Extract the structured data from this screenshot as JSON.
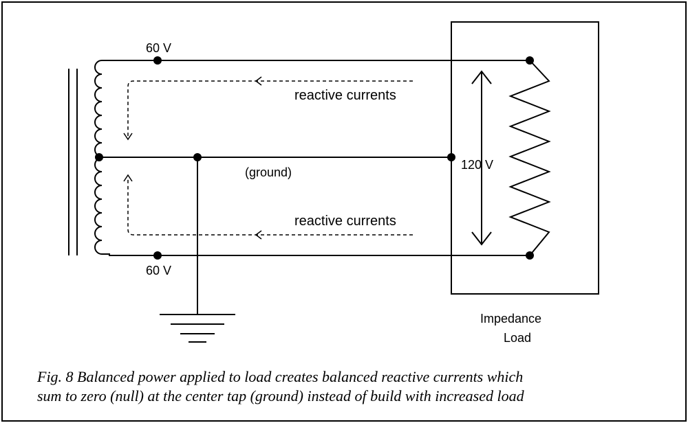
{
  "labels": {
    "top_voltage": "60 V",
    "bottom_voltage": "60 V",
    "ground": "(ground)",
    "reactive_top": "reactive currents",
    "reactive_bottom": "reactive currents",
    "load_voltage": "120 V",
    "load_line1": "Impedance",
    "load_line2": "Load"
  },
  "caption": {
    "line1": "Fig. 8  Balanced power applied to load creates balanced reactive currents which",
    "line2": "sum to zero (null) at the center tap (ground) instead of build with increased load"
  }
}
